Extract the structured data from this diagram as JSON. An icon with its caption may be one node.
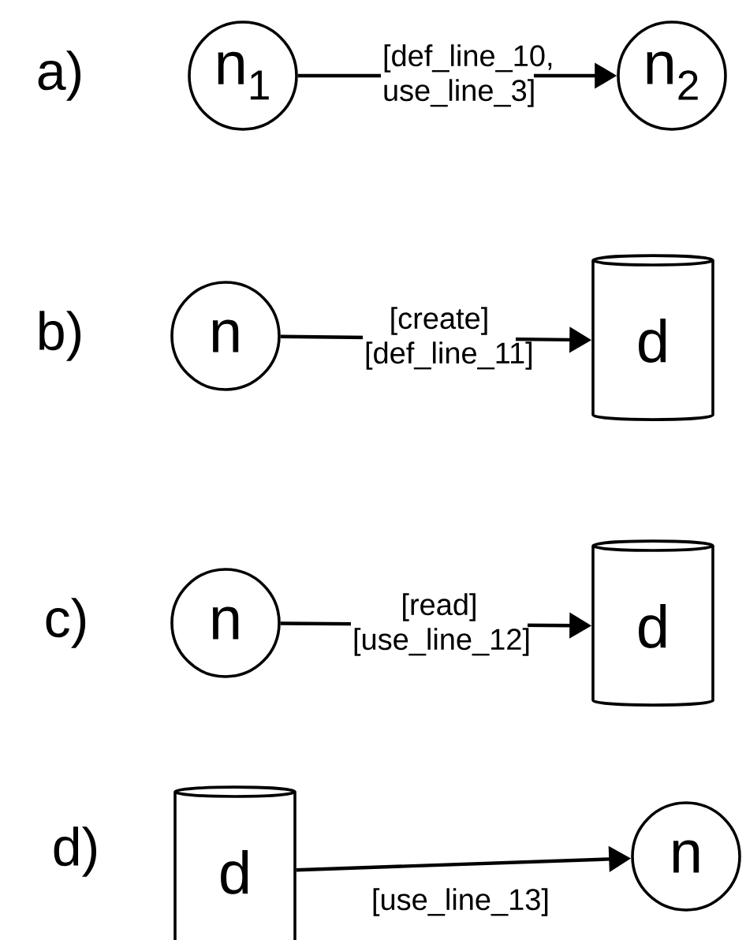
{
  "diagram": {
    "nodes": [
      {
        "text": [
          "n$_{1}$"
        ]
      },
      {
        "text": [
          "n$_{2}$"
        ]
      },
      {
        "text": [
          "n"
        ]
      },
      {
        "text": [
          "d"
        ]
      },
      {
        "text": [
          "n"
        ]
      },
      {
        "text": [
          "d"
        ]
      },
      {
        "text": [
          "d"
        ]
      },
      {
        "text": [
          "n"
        ]
      }
    ],
    "edges": [
      {
        "from": 0,
        "to": 1,
        "arrow": "to",
        "label": "[def_line_10, use_line_3]"
      },
      {
        "from": 2,
        "to": 3,
        "arrow": "to",
        "label": "[create] [def_line_11]"
      },
      {
        "from": 4,
        "to": 5,
        "arrow": "to",
        "label": "[read] [use_line_12]"
      },
      {
        "from": 6,
        "to": 7,
        "arrow": "to",
        "label": "[use_line_13]"
      }
    ],
    "labels": [
      "a)",
      "b)",
      "c)",
      "d)"
    ]
  }
}
